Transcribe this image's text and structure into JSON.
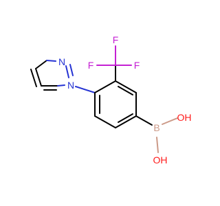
{
  "atoms": {
    "n_pyrazole_top": "N",
    "n_pyrazole_bottom": "N",
    "f_left": "F",
    "f_top": "F",
    "f_right": "F",
    "b_boron": "B",
    "oh_top": "OH",
    "oh_bottom": "OH"
  },
  "colors": {
    "carbon_bond": "#000000",
    "nitrogen": "#2533d3",
    "fluorine": "#c41fd3",
    "boron": "#cc9a88",
    "oxygen": "#ff1b1b",
    "background": "#ffffff"
  }
}
